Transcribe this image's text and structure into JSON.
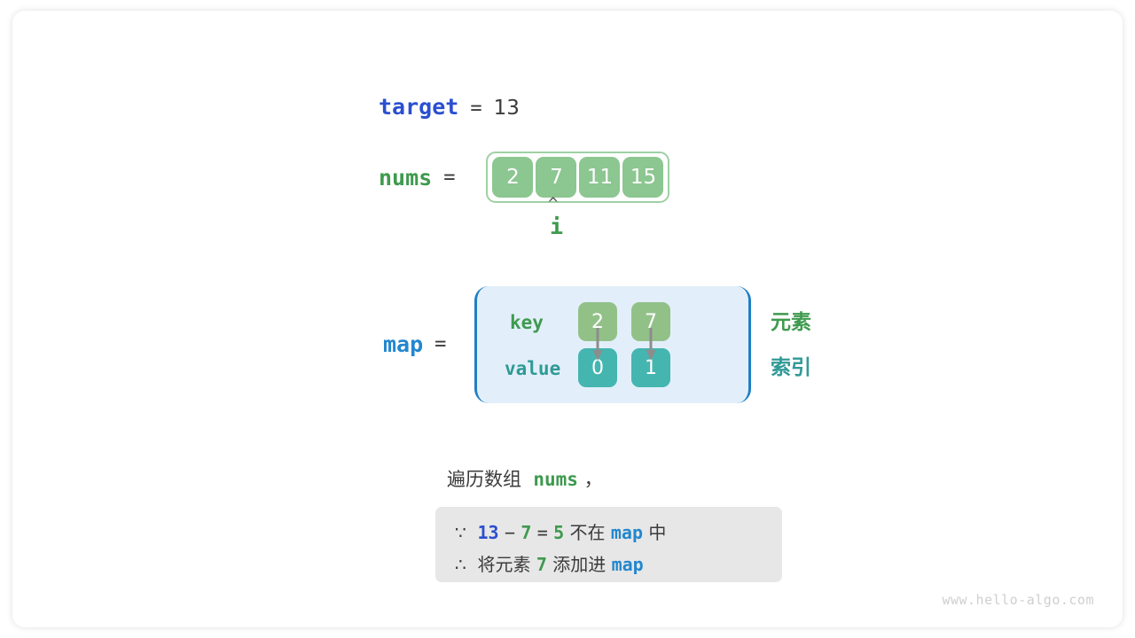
{
  "target": {
    "name": "target",
    "equals": "=",
    "value": "13"
  },
  "nums": {
    "name": "nums",
    "equals": "=",
    "cells": [
      "2",
      "7",
      "11",
      "15"
    ],
    "pointer": {
      "caret": "^",
      "label": "i",
      "index": 1
    }
  },
  "map": {
    "name": "map",
    "equals": "=",
    "row_labels": {
      "key": "key",
      "value": "value"
    },
    "keys": [
      "2",
      "7"
    ],
    "values": [
      "0",
      "1"
    ],
    "legend": {
      "element": "元素",
      "index": "索引"
    }
  },
  "explanation": {
    "traverse_prefix": "遍历数组",
    "traverse_code": "nums",
    "traverse_suffix": "，",
    "line1": {
      "symbol": "∵",
      "a": "13",
      "minus": "−",
      "b": "7",
      "eq": "=",
      "c": "5",
      "text_mid": "不在",
      "code": "map",
      "text_end": "中"
    },
    "line2": {
      "symbol": "∴",
      "text_start": "将元素",
      "num": "7",
      "text_mid": "添加进",
      "code": "map"
    }
  },
  "watermark": "www.hello-algo.com",
  "colors": {
    "target_blue": "#2b4fd0",
    "map_blue": "#2287ce",
    "green": "#3e9a4e",
    "teal": "#2f9a96",
    "array_cell": "#8cc690",
    "key_cell": "#92c188",
    "value_cell": "#45b5b0",
    "map_bg": "#e2effa",
    "reason_bg": "#e7e7e7"
  }
}
